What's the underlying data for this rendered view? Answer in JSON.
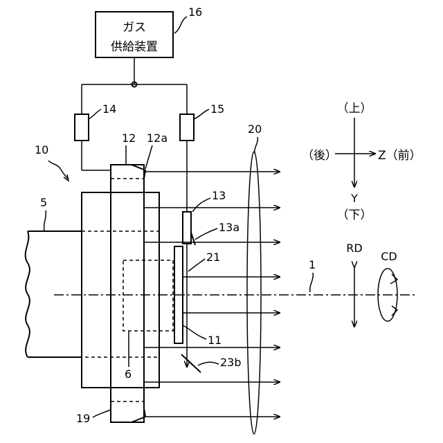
{
  "gas_supply": {
    "line1": "ガス",
    "line2": "供給装置",
    "ref": "16"
  },
  "labels": {
    "n14": "14",
    "n15": "15",
    "n12": "12",
    "n12a": "12a",
    "n10": "10",
    "n20": "20",
    "n13": "13",
    "n13a": "13a",
    "n5": "5",
    "n21": "21",
    "n1": "1",
    "n11": "11",
    "n23b": "23b",
    "n6": "6",
    "n19": "19"
  },
  "axes": {
    "up": "（上）",
    "back": "（後）",
    "z_front": "Z（前）",
    "y": "Y",
    "down": "（下）",
    "rd": "RD",
    "cd": "CD"
  }
}
